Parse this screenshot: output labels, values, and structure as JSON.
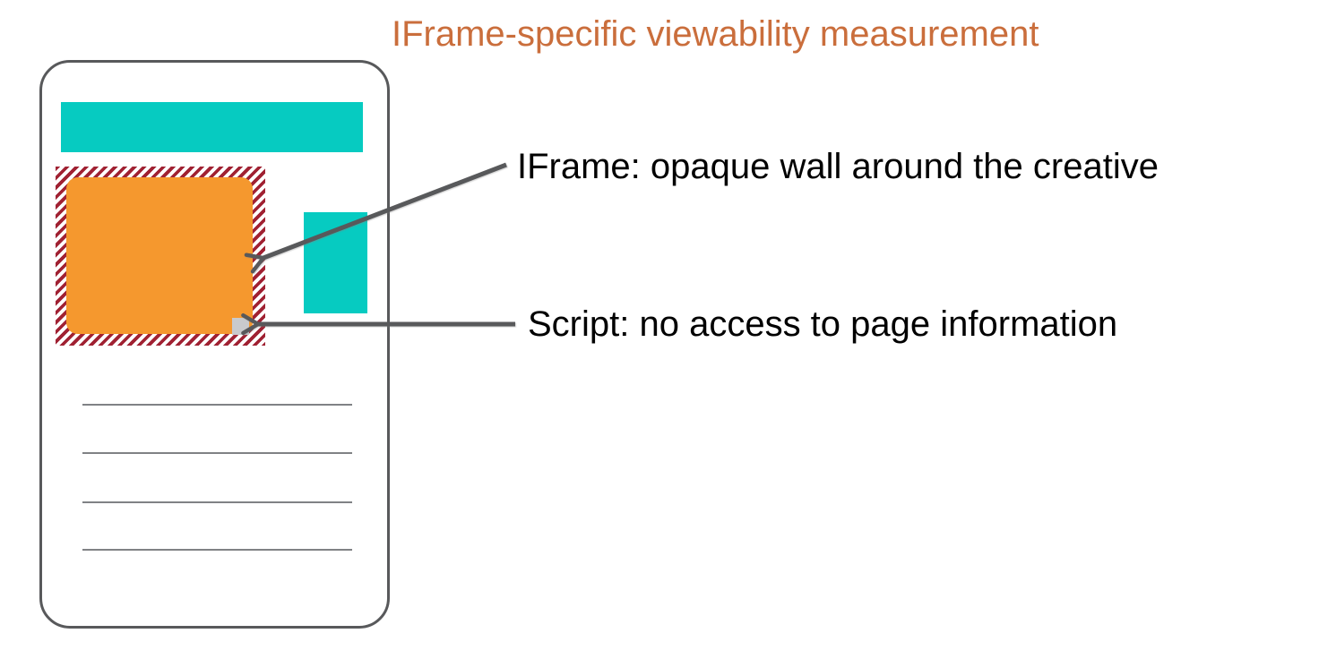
{
  "title": "IFrame-specific viewability measurement",
  "annotations": {
    "iframe_label": "IFrame: opaque wall around the creative",
    "script_label": "Script: no access to page information"
  },
  "colors": {
    "title_orange": "#CA6E3C",
    "teal_block": "#06CBC1",
    "creative_orange": "#F5982E",
    "iframe_hatch_red": "#A02132",
    "hatch_background": "#FFFFFF",
    "outline_and_arrow_gray": "#58595B",
    "placeholder_line_gray": "#808285",
    "script_square_gray": "#C9CACC",
    "label_text": "#000000"
  }
}
